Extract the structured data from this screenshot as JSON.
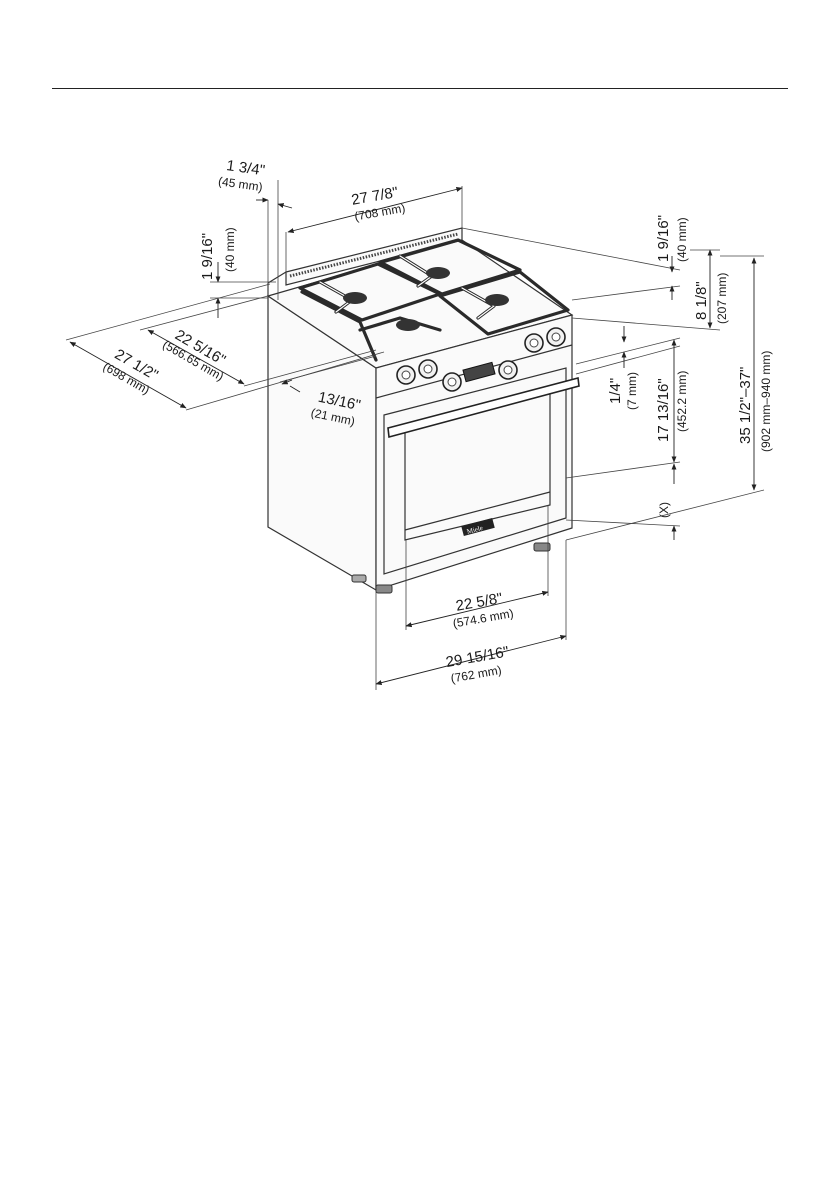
{
  "figure": {
    "type": "dimension-drawing",
    "subject": "30-inch gas range",
    "badge": "Miele"
  },
  "dimensions": {
    "top_back_depth": {
      "imperial": "1 3/4\"",
      "metric": "(45 mm)"
    },
    "top_width": {
      "imperial": "27 7/8\"",
      "metric": "(708 mm)"
    },
    "left_backguard_height": {
      "imperial": "1 9/16\"",
      "metric": "(40 mm)"
    },
    "right_backguard_height": {
      "imperial": "1 9/16\"",
      "metric": "(40 mm)"
    },
    "control_panel_height": {
      "imperial": "8 1/8\"",
      "metric": "(207 mm)"
    },
    "total_height": {
      "imperial": "35 1/2\"–37\"",
      "metric": "(902 mm–940 mm)"
    },
    "cabinet_depth": {
      "imperial": "22 5/16\"",
      "metric": "(566.65 mm)"
    },
    "overall_depth": {
      "imperial": "27 1/2\"",
      "metric": "(698 mm)"
    },
    "front_offset": {
      "imperial": "13/16\"",
      "metric": "(21 mm)"
    },
    "panel_gap": {
      "imperial": "1/4\"",
      "metric": "(7 mm)"
    },
    "oven_height": {
      "imperial": "17 13/16\"",
      "metric": "(452.2 mm)"
    },
    "leg_adjust": {
      "imperial": "(X)"
    },
    "oven_width": {
      "imperial": "22 5/8\"",
      "metric": "(574.6 mm)"
    },
    "overall_width": {
      "imperial": "29 15/16\"",
      "metric": "(762 mm)"
    }
  }
}
